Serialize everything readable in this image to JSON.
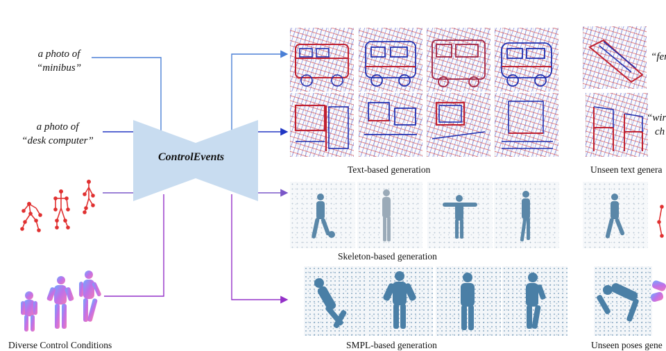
{
  "prompts": {
    "minibus": [
      "a photo of",
      "“minibus”"
    ],
    "desk": [
      "a photo of",
      "“desk computer”"
    ],
    "unseen1": "“fer",
    "unseen2": [
      "“wir",
      "ch"
    ]
  },
  "model": {
    "label": "ControlEvents"
  },
  "captions": {
    "text": "Text-based generation",
    "unseen_text": "Unseen text genera",
    "skeleton": "Skeleton-based generation",
    "smpl": "SMPL-based generation",
    "unseen_poses": "Unseen poses gene",
    "conditions": "Diverse Control Conditions"
  },
  "colors": {
    "text_arrow_1": "#4a7fd6",
    "text_arrow_2": "#2036c4",
    "skeleton_arrow": "#7a56c8",
    "smpl_arrow": "#9430c8",
    "model_fill": "#c8dcf0",
    "skeleton_joint": "#e03030"
  },
  "icons": {
    "arrow": "arrowhead-icon",
    "skeleton": "skeleton-figure-icon",
    "smpl": "smpl-body-icon"
  }
}
